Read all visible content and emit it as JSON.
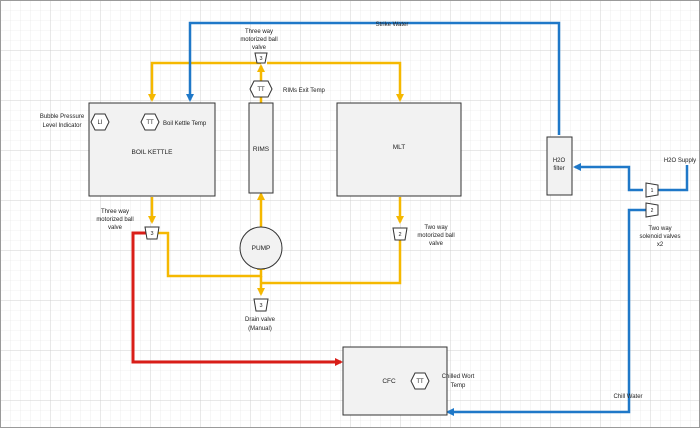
{
  "labels": {
    "strike_water": "Strike Water",
    "three_way_top_line1": "Three way",
    "three_way_top_line2": "motorized ball",
    "three_way_top_line3": "valve",
    "rims_exit_temp": "RIMs Exit Temp",
    "bubble_pressure_line1": "Bubble Pressure",
    "bubble_pressure_line2": "Level Indicator",
    "boil_kettle_temp": "Boil Kettle Temp",
    "boil_kettle": "BOIL KETTLE",
    "rims": "RIMS",
    "mlt": "MLT",
    "h2o_filter_line1": "H2O",
    "h2o_filter_line2": "filter",
    "h2o_supply": "H2O Supply",
    "three_way_left_line1": "Three way",
    "three_way_left_line2": "motorized ball",
    "three_way_left_line3": "valve",
    "two_way_right_line1": "Two way",
    "two_way_right_line2": "motorized ball",
    "two_way_right_line3": "valve",
    "solenoid_line1": "Two way",
    "solenoid_line2": "solenoid valves",
    "solenoid_line3": "x2",
    "pump": "PUMP",
    "drain_line1": "Drain valve",
    "drain_line2": "(Manual)",
    "cfc": "CFC",
    "chilled_wort_line1": "Chilled Wort",
    "chilled_wort_line2": "Temp",
    "chill_water": "Chill Water"
  },
  "symbols": {
    "li": "LI",
    "tt": "TT",
    "valve_3": "3",
    "valve_2": "2",
    "solenoid_1": "1",
    "solenoid_2": "2"
  },
  "colors": {
    "water": "#1f78c8",
    "wort": "#f5b800",
    "hot_wort": "#d91e18",
    "grid_minor": "#e2e2e2",
    "grid_major": "#c8c8c8",
    "equipment_fill": "#f2f2f2",
    "outline": "#333333"
  }
}
